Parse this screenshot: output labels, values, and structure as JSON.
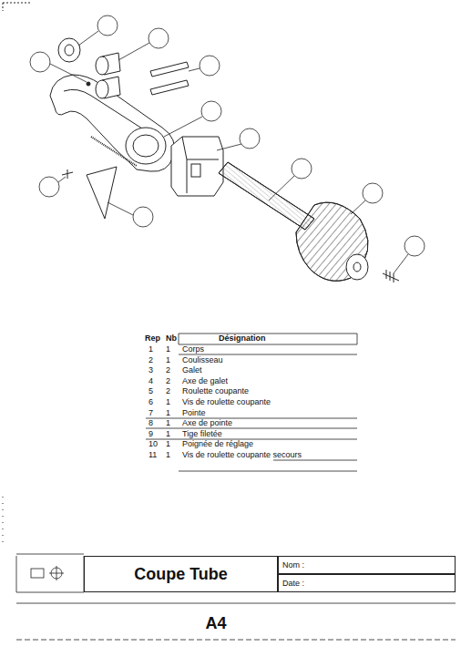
{
  "diagram": {
    "nodes": [
      {
        "text": [
          "Coupe Tube"
        ]
      },
      {
        "text": [
          "Nom :"
        ]
      },
      {
        "text": [
          "Date :"
        ]
      },
      {
        "text": [
          "A4"
        ]
      }
    ],
    "labels": [
      "Rep",
      "Nb",
      "Désignation",
      "1",
      "1",
      "Corps",
      "2",
      "1",
      "Coulisseau",
      "3",
      "2",
      "Galet",
      "4",
      "2",
      "Axe de galet",
      "5",
      "2",
      "Roulette coupante",
      "6",
      "1",
      "Vis de roulette coupante",
      "7",
      "1",
      "Pointe",
      "8",
      "1",
      "Axe de pointe",
      "9",
      "1",
      "Tige filetée",
      "10",
      "1",
      "Poignée de réglage",
      "11",
      "1",
      "Vis de roulette coupante secours"
    ]
  }
}
